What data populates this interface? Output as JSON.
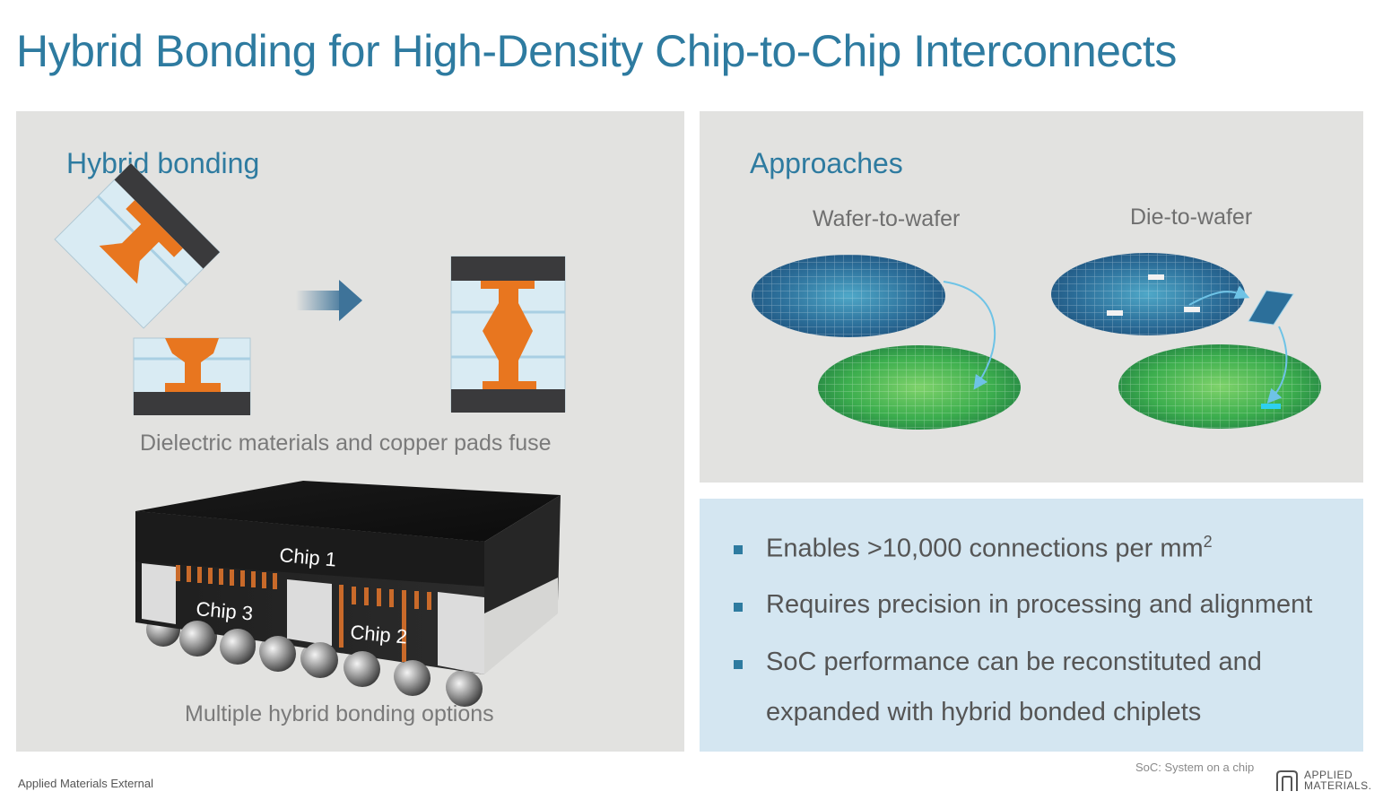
{
  "slide": {
    "title": "Hybrid Bonding for High-Density Chip-to-Chip Interconnects"
  },
  "left_panel": {
    "heading": "Hybrid bonding",
    "caption_top": "Dielectric materials and copper pads fuse",
    "caption_bottom": "Multiple hybrid bonding options",
    "chip_labels": [
      "Chip 1",
      "Chip 3",
      "Chip 2"
    ]
  },
  "approaches": {
    "heading": "Approaches",
    "labels": [
      "Wafer-to-wafer",
      "Die-to-wafer"
    ]
  },
  "bullets": {
    "items": [
      {
        "text": "Enables >10,000 connections per mm",
        "sup": "2"
      },
      {
        "text": "Requires precision in processing and alignment"
      },
      {
        "text": "SoC performance can be reconstituted and"
      },
      {
        "text": "expanded with hybrid bonded chiplets"
      }
    ]
  },
  "footer": {
    "classification": "Applied Materials External",
    "footnote": "SoC: System on a chip",
    "logo_line1": "APPLIED",
    "logo_line2": "MATERIALS."
  },
  "colors": {
    "title_blue": "#2e7ba0",
    "copper": "#e8761f",
    "panel_gray": "#e2e2e0",
    "bullet_panel": "#d4e6f1"
  },
  "icons": [
    "arrow-right-icon",
    "bullet-square-icon",
    "applied-materials-logo"
  ]
}
